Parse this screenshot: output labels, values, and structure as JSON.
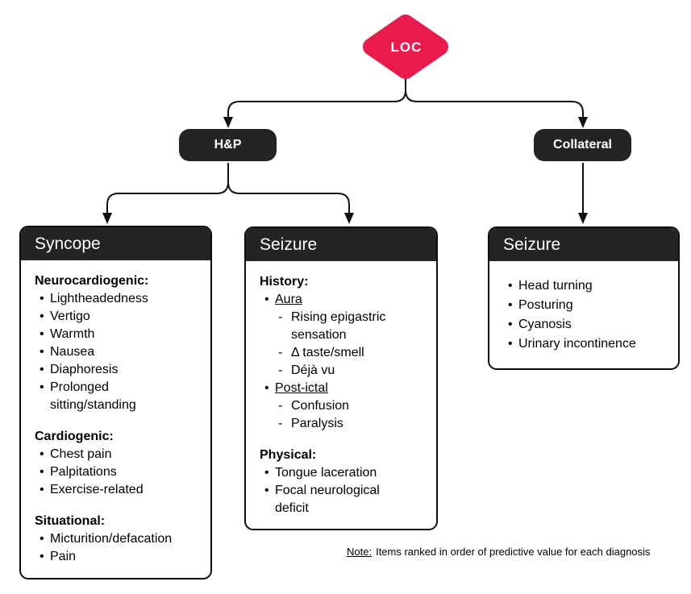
{
  "colors": {
    "accent_red": "#e91a4c",
    "node_dark": "#242424",
    "line_black": "#111111"
  },
  "root": {
    "label": "LOC"
  },
  "branches": {
    "left": "H&P",
    "right": "Collateral"
  },
  "boxes": [
    {
      "title": "Syncope",
      "sections": [
        {
          "heading": "Neurocardiogenic:",
          "items": [
            "Lightheadedness",
            "Vertigo",
            "Warmth",
            "Nausea",
            "Diaphoresis",
            "Prolonged\nsitting/standing"
          ]
        },
        {
          "heading": "Cardiogenic:",
          "items": [
            "Chest pain",
            "Palpitations",
            "Exercise-related"
          ]
        },
        {
          "heading": "Situational:",
          "items": [
            "Micturition/defacation",
            "Pain"
          ]
        }
      ]
    },
    {
      "title": "Seizure",
      "sections": [
        {
          "heading": "History:",
          "items": [
            {
              "text": "Aura",
              "underline": true,
              "sub": [
                "Rising epigastric\nsensation",
                "Δ taste/smell",
                "Déjà vu"
              ]
            },
            {
              "text": "Post-ictal",
              "underline": true,
              "sub": [
                "Confusion",
                "Paralysis"
              ]
            }
          ]
        },
        {
          "heading": "Physical:",
          "items": [
            "Tongue laceration",
            "Focal neurological\ndeficit"
          ]
        }
      ]
    },
    {
      "title": "Seizure",
      "items": [
        "Head turning",
        "Posturing",
        "Cyanosis",
        "Urinary incontinence"
      ]
    }
  ],
  "note": {
    "label": "Note:",
    "text": "Items ranked in order of predictive value for each diagnosis"
  }
}
